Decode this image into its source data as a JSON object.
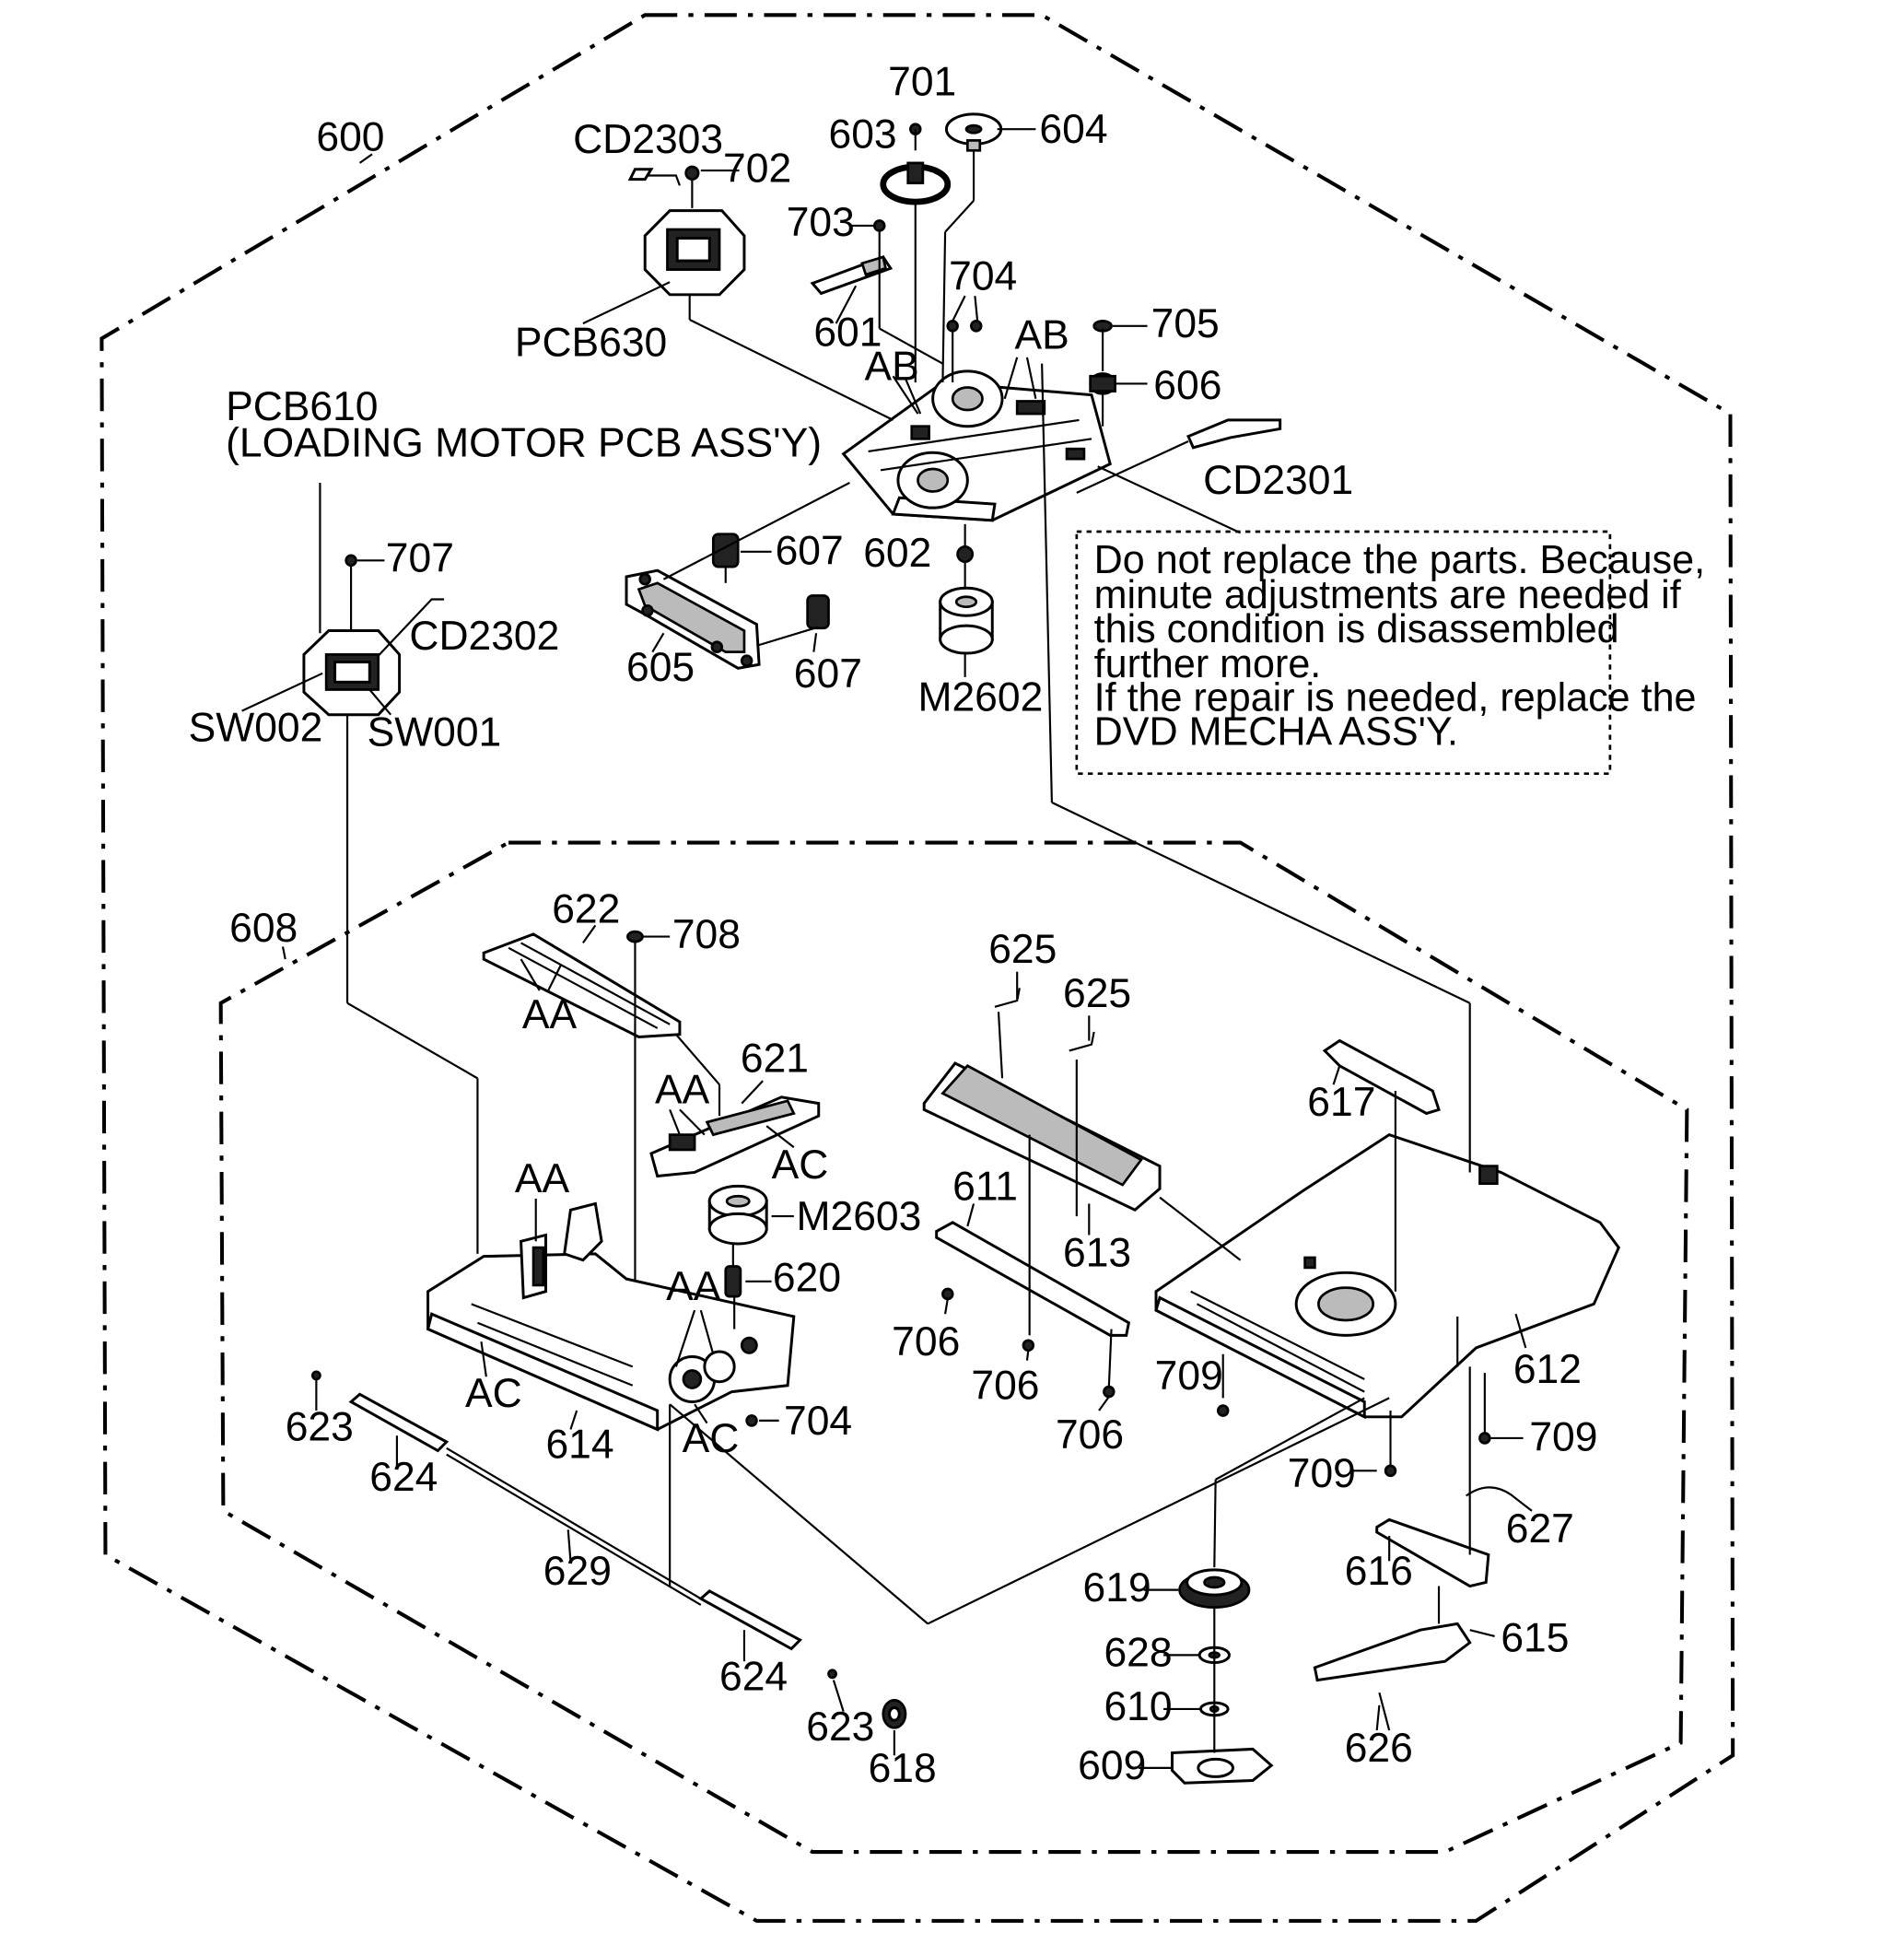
{
  "labels": {
    "l600": "600",
    "l701": "701",
    "l603": "603",
    "l604": "604",
    "l702": "702",
    "lcd2303": "CD2303",
    "l703": "703",
    "l704a": "704",
    "l705": "705",
    "lab1": "AB",
    "lab2": "AB",
    "l601": "601",
    "l606": "606",
    "lpcb630": "PCB630",
    "lpcb610": "PCB610",
    "lpcb610_sub": "(LOADING MOTOR PCB ASS'Y)",
    "lcd2301": "CD2301",
    "l707": "707",
    "l607a": "607",
    "l602": "602",
    "lcd2302": "CD2302",
    "l605": "605",
    "l607b": "607",
    "lm2602": "M2602",
    "lsw002": "SW002",
    "lsw001": "SW001",
    "l608": "608",
    "l622": "622",
    "l708": "708",
    "laa1": "AA",
    "l625a": "625",
    "l625b": "625",
    "l621": "621",
    "laa2": "AA",
    "lac1": "AC",
    "l617": "617",
    "laa3": "AA",
    "l611": "611",
    "lm2603": "M2603",
    "l613": "613",
    "l620": "620",
    "laa4": "AA",
    "l706a": "706",
    "l706b": "706",
    "l706c": "706",
    "l709a": "709",
    "l612": "612",
    "lac2": "AC",
    "l614": "614",
    "lac3": "AC",
    "l704b": "704",
    "l623a": "623",
    "l624a": "624",
    "l629": "629",
    "l709b": "709",
    "l709c": "709",
    "l627": "627",
    "l616": "616",
    "l619": "619",
    "l615": "615",
    "l628": "628",
    "l610": "610",
    "l624b": "624",
    "l623b": "623",
    "l618": "618",
    "l609": "609",
    "l626": "626"
  },
  "note": {
    "line1": "Do not replace the parts. Because,",
    "line2": "minute adjustments are needed if",
    "line3": "this condition is disassembled",
    "line4": "further more.",
    "line5": "If the repair is needed, replace the",
    "line6": "DVD MECHA ASS'Y."
  }
}
